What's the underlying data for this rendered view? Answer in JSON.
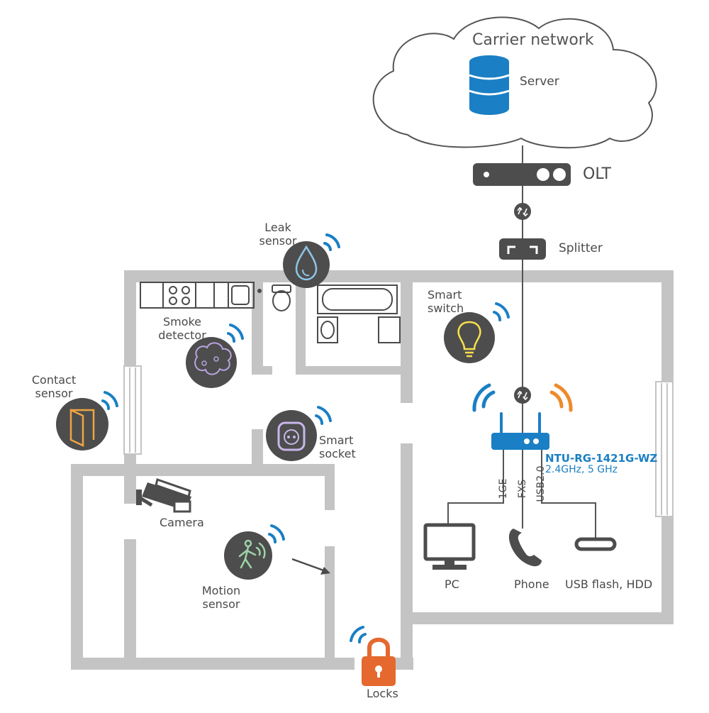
{
  "cloud": {
    "title": "Carrier network",
    "server_label": "Server"
  },
  "olt": {
    "label": "OLT"
  },
  "splitter": {
    "label": "Splitter"
  },
  "router": {
    "model": "NTU-RG-1421G-WZ",
    "bands": "2.4GHz, 5 GHz"
  },
  "ports": {
    "ge": "1GE",
    "fxs": "FXS",
    "usb": "USB2.0"
  },
  "endpoints": {
    "pc": "PC",
    "phone": "Phone",
    "usb": "USB flash, HDD"
  },
  "devices": {
    "leak_1": "Leak",
    "leak_2": "sensor",
    "smoke_1": "Smoke",
    "smoke_2": "detector",
    "contact_1": "Contact",
    "contact_2": "sensor",
    "socket_1": "Smart",
    "socket_2": "socket",
    "switch_1": "Smart",
    "switch_2": "switch",
    "camera": "Camera",
    "motion_1": "Motion",
    "motion_2": "sensor",
    "locks": "Locks"
  },
  "colors": {
    "wall": "#c4c4c4",
    "device_bg": "#4d4d4d",
    "cable": "#555555",
    "wifi": "#1a7fc4",
    "wifi_5ghz": "#ee8a2a",
    "router": "#1a7fc4",
    "lock": "#e5682e",
    "server": "#1a7fc4"
  }
}
